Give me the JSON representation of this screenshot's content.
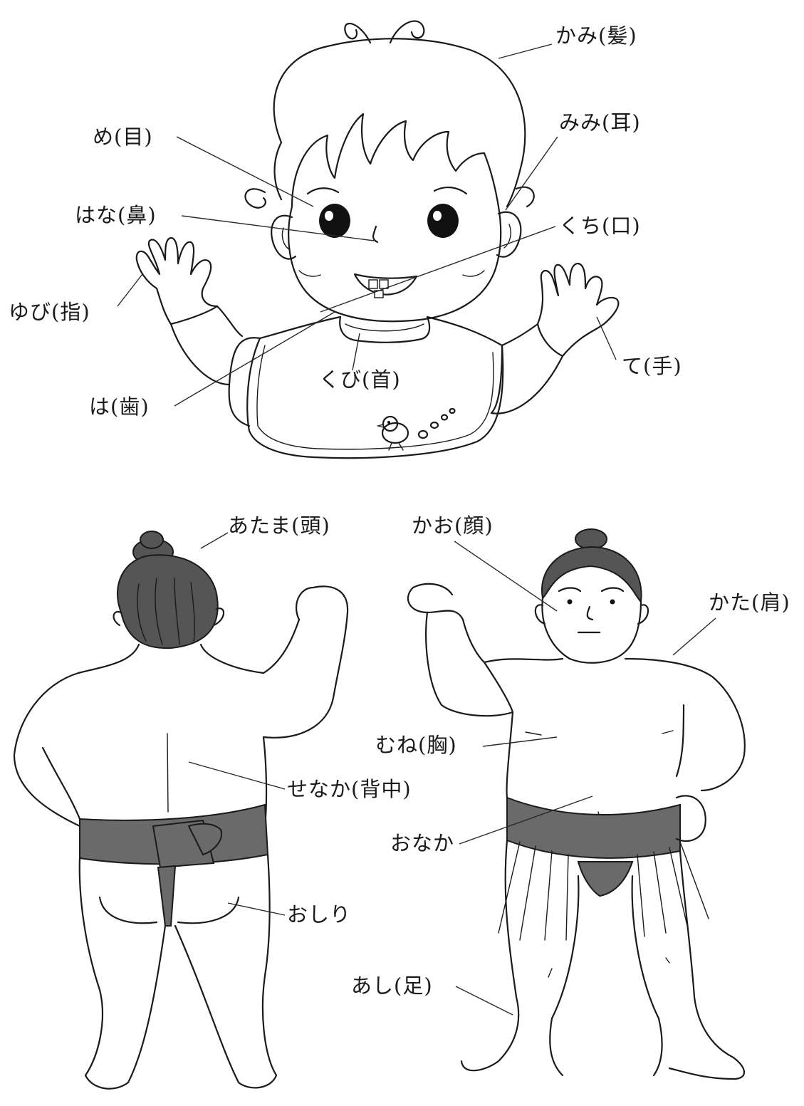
{
  "labels": {
    "kami": "かみ(髪)",
    "me": "め(目)",
    "mimi": "みみ(耳)",
    "hana": "はな(鼻)",
    "kuchi": "くち(口)",
    "yubi": "ゆび(指)",
    "te": "て(手)",
    "kubi": "くび(首)",
    "ha": "は(歯)",
    "atama": "あたま(頭)",
    "kao": "かお(顔)",
    "kata": "かた(肩)",
    "mune": "むね(胸)",
    "senaka": "せなか(背中)",
    "onaka": "おなか",
    "oshiri": "おしり",
    "ashi": "あし(足)"
  },
  "colors": {
    "ink": "#1a1a1a",
    "hair_fill": "#555555",
    "belt_fill": "#6a6a6a",
    "paper": "#ffffff"
  },
  "figures": {
    "top": "baby-with-bib-icon",
    "bottom_left": "sumo-wrestler-back-icon",
    "bottom_right": "sumo-wrestler-front-icon"
  }
}
